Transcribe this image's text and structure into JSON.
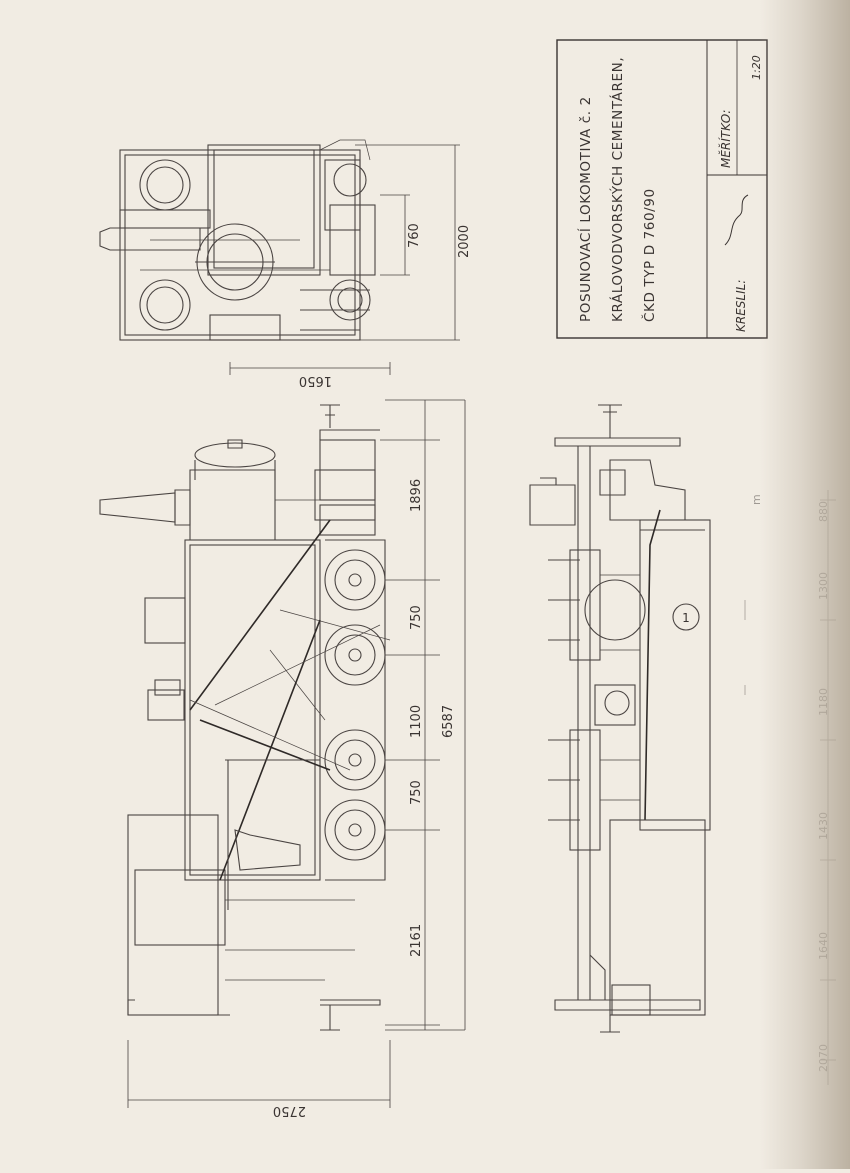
{
  "title_block": {
    "line1": "POSUNOVACÍ LOKOMOTIVA č. 2",
    "line2": "KRÁLOVODVORSKÝCH CEMENTÁREN,",
    "line3": "ČKD TYP D 760/90",
    "drawn_label": "KRESLIL:",
    "scale_label": "MĚŘÍTKO:",
    "scale_value": "1:20"
  },
  "dimensions": {
    "front_gauge": "760",
    "front_height": "2000",
    "top_width": "1650",
    "span_1896": "1896",
    "span_750a": "750",
    "span_1100": "1100",
    "span_750b": "750",
    "span_2161": "2161",
    "overall_length": "6587",
    "bottom_width": "2750"
  },
  "side_view": {
    "wheel_badge": "1"
  },
  "faint_scale": {
    "labels": [
      "2070",
      "1640",
      "1430",
      "1180",
      "1300",
      "880",
      "m"
    ]
  },
  "colors": {
    "paper": "#f1ece3",
    "ink": "#4a4442"
  }
}
